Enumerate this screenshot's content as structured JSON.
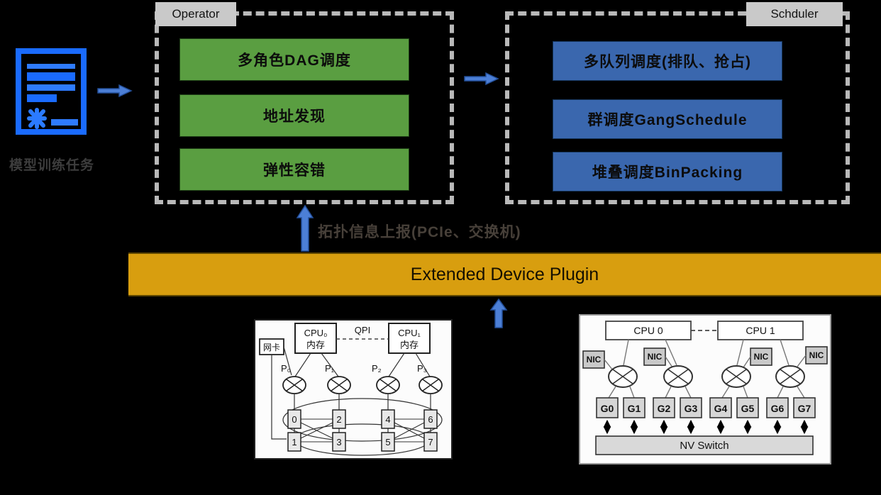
{
  "colors": {
    "background": "#000000",
    "operator_green": "#5a9e41",
    "scheduler_blue": "#3a67ae",
    "plugin_orange": "#d89e0f",
    "arrow_blue": "#4c7fd6",
    "doc_icon_blue": "#1a6bff",
    "tab_gray": "#c9c9c9",
    "dashed_border_gray": "#b9b9b9"
  },
  "source": {
    "label": "模型训练任务"
  },
  "operator": {
    "tab": "Operator",
    "items": [
      "多角色DAG调度",
      "地址发现",
      "弹性容错"
    ]
  },
  "scheduler": {
    "tab": "Schduler",
    "items": [
      "多队列调度(排队、抢占)",
      "群调度GangSchedule",
      "堆叠调度BinPacking"
    ]
  },
  "plugin": {
    "label": "Extended Device Plugin"
  },
  "report": {
    "label": "拓扑信息上报(PCIe、交换机)"
  },
  "left_topology": {
    "nic": "网卡",
    "cpu0": "CPU₀",
    "cpu0_mem": "内存",
    "cpu1": "CPU₁",
    "cpu1_mem": "内存",
    "qpi": "QPI",
    "ports": [
      "P₀",
      "P₁",
      "P₂",
      "P₃"
    ],
    "gpus": [
      "0",
      "1",
      "2",
      "3",
      "4",
      "5",
      "6",
      "7"
    ]
  },
  "right_topology": {
    "cpu0": "CPU 0",
    "cpu1": "CPU 1",
    "nics": [
      "NIC",
      "NIC",
      "NIC",
      "NIC"
    ],
    "gpus": [
      "G0",
      "G1",
      "G2",
      "G3",
      "G4",
      "G5",
      "G6",
      "G7"
    ],
    "nvswitch": "NV Switch"
  }
}
